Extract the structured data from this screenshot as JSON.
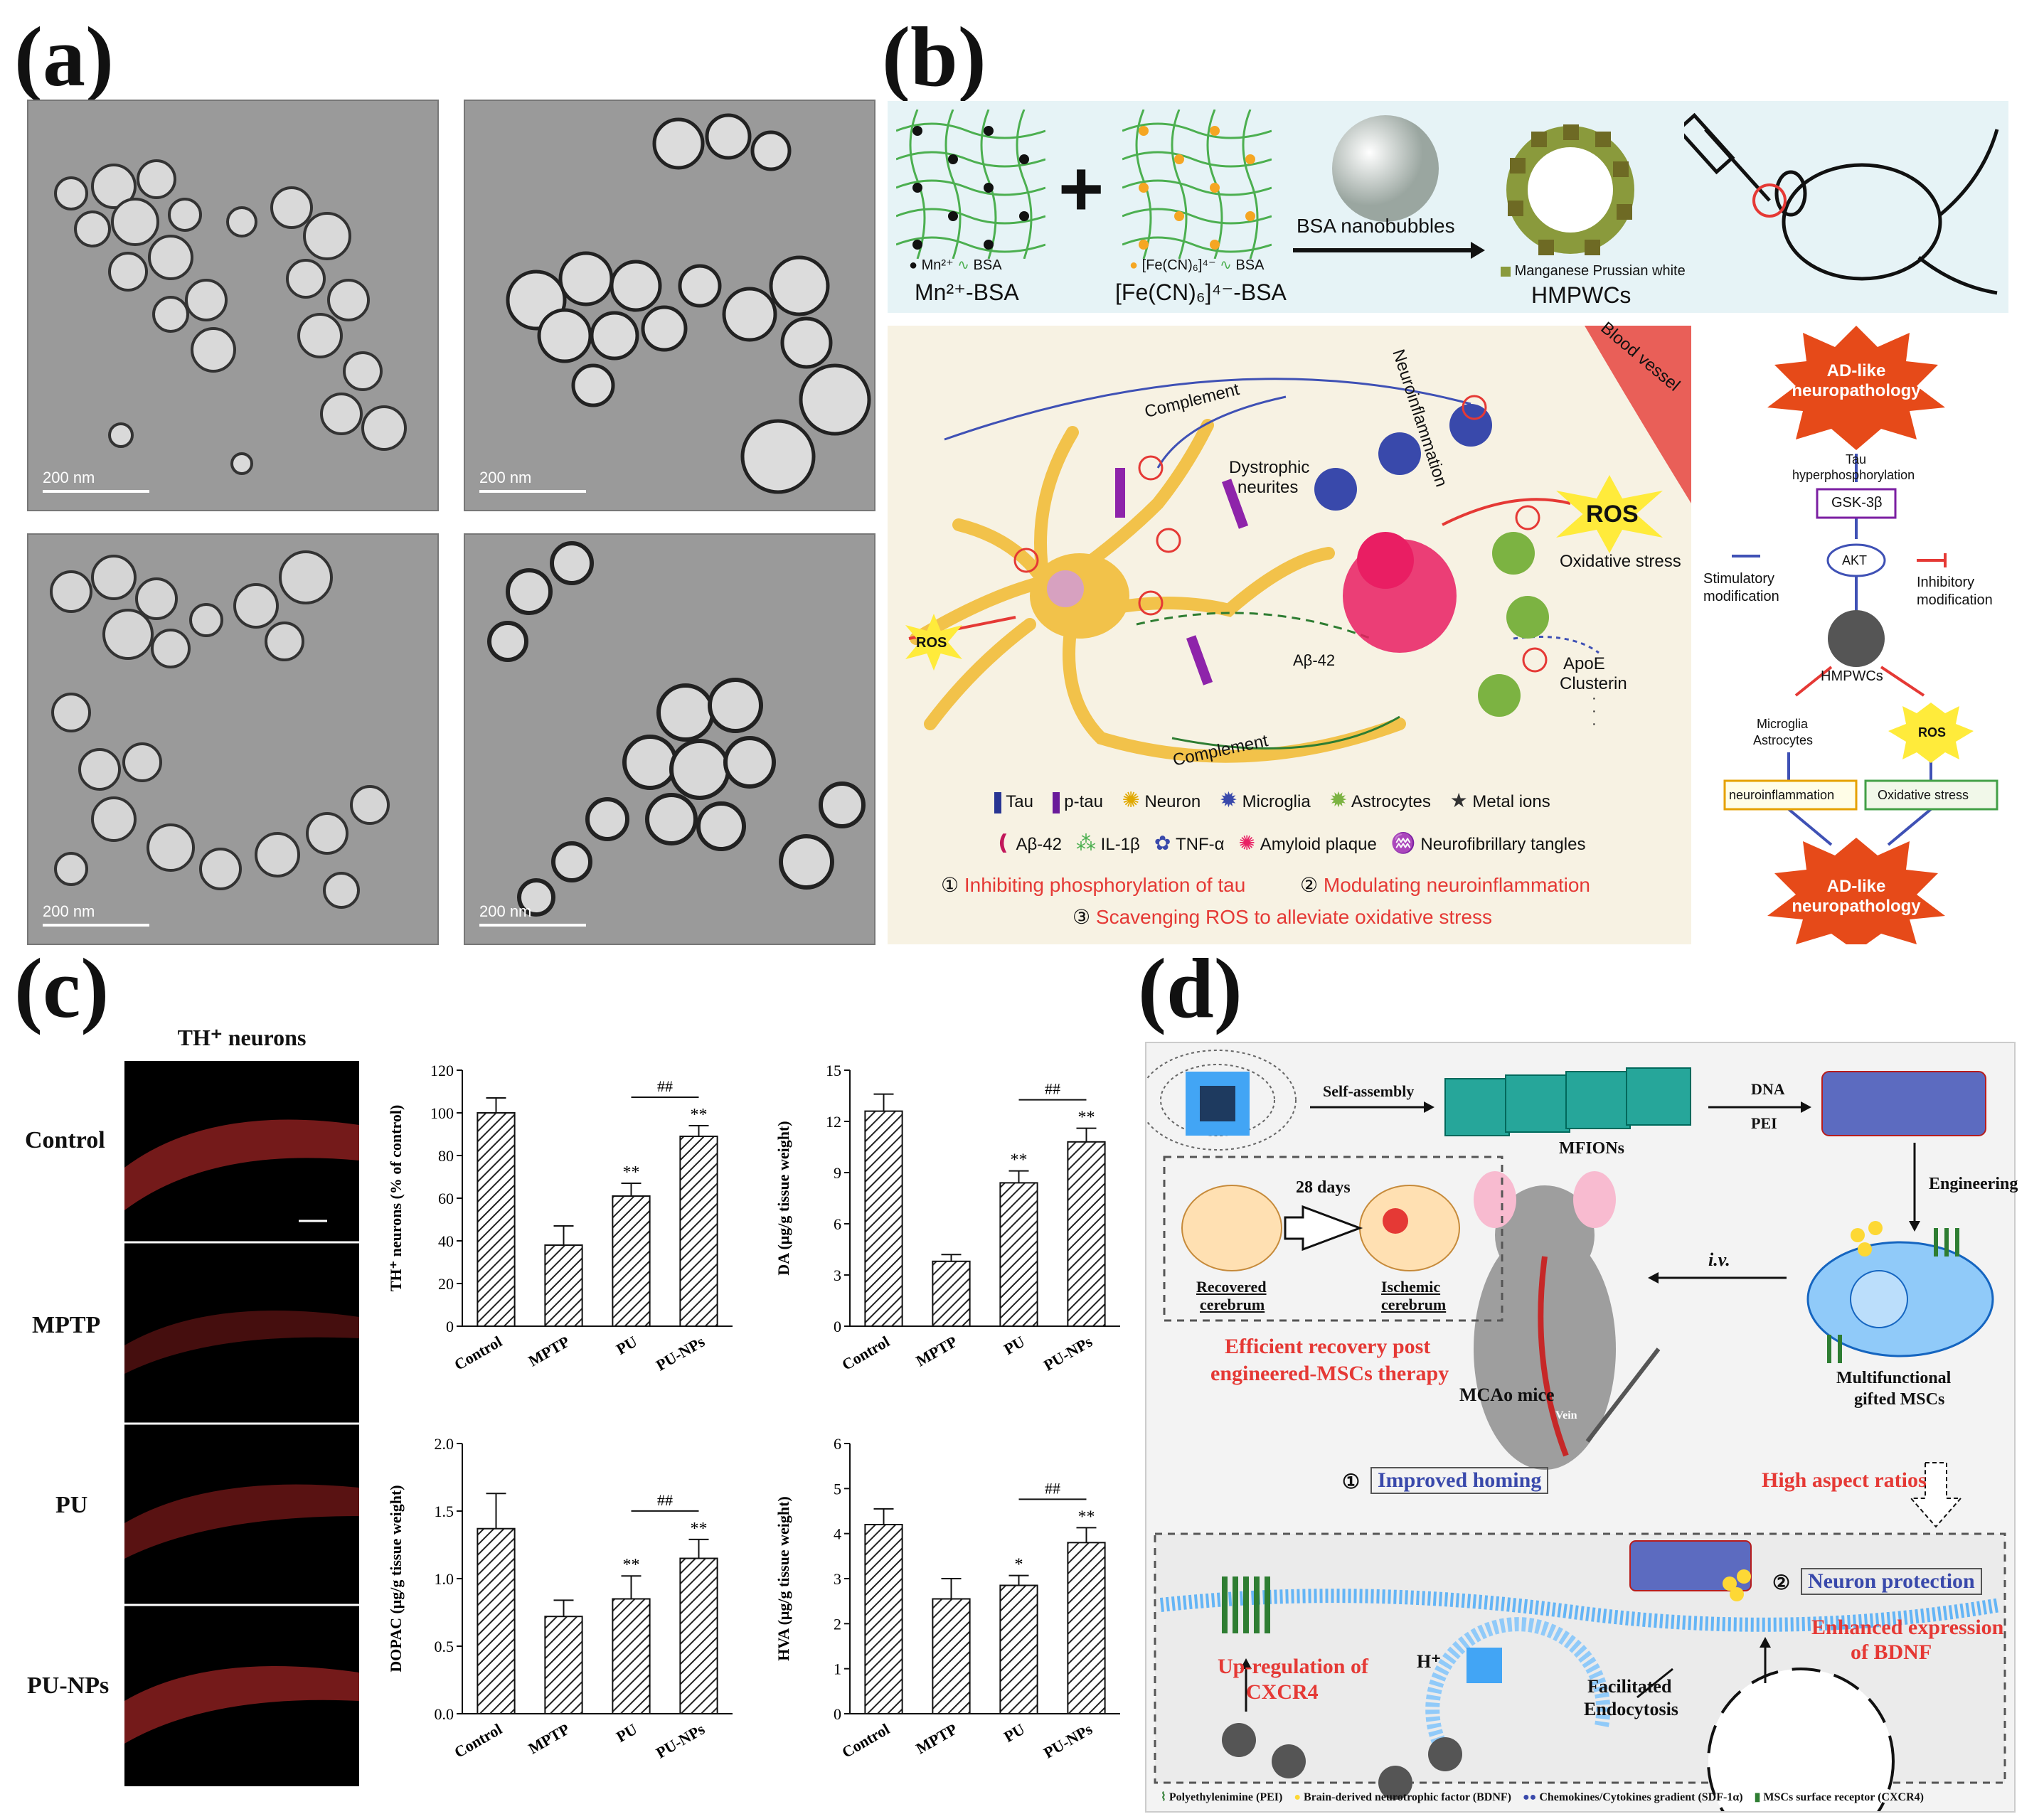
{
  "panels": {
    "a": "(a)",
    "b": "(b)",
    "c": "(c)",
    "d": "(d)"
  },
  "panel_a": {
    "scale_labels": [
      "200 nm",
      "200 nm",
      "200 nm",
      "200 nm"
    ]
  },
  "panel_b": {
    "top": {
      "mn_legend_ion": "Mn²⁺",
      "bsa": "BSA",
      "mn_label": "Mn²⁺-BSA",
      "fe_legend_ion": "[Fe(CN)₆]⁴⁻",
      "fe_label": "[Fe(CN)₆]⁴⁻-BSA",
      "plus": "+",
      "arrow": "BSA nanobubbles",
      "mpw": "Manganese Prussian white",
      "product": "HMPWCs"
    },
    "diagram": {
      "complement_top": "Complement",
      "complement_bottom": "Complement",
      "neuroinflammation": "Neuroinflammation",
      "blood_vessel": "Blood vessel",
      "dystrophic": "Dystrophic",
      "neurites": "neurites",
      "ros_left": "ROS",
      "ros_right": "ROS",
      "oxidative": "Oxidative stress",
      "abeta": "Aβ-42",
      "apoe": "ApoE",
      "clusterin": "Clusterin",
      "dots": "·\n·\n·"
    },
    "legend": {
      "row1": [
        "Tau",
        "p-tau",
        "Neuron",
        "Microglia",
        "Astrocytes",
        "Metal ions"
      ],
      "row2": [
        "Aβ-42",
        "IL-1β",
        "TNF-α",
        "Amyloid plaque",
        "Neurofibrillary tangles"
      ],
      "mech1": "Inhibiting phosphorylation of tau",
      "mech2": "Modulating neuroinflammation",
      "mech3": "Scavenging ROS to alleviate oxidative stress",
      "n1": "①",
      "n2": "②",
      "n3": "③"
    },
    "pathway": {
      "ad_top_1": "AD-like",
      "ad_top_2": "neuropathology",
      "tau_1": "Tau",
      "tau_2": "hyperphosphorylation",
      "gsk": "GSK-3β",
      "akt": "AKT",
      "stim_1": "Stimulatory",
      "stim_2": "modification",
      "inh_1": "Inhibitory",
      "inh_2": "modification",
      "hmpwcs": "HMPWCs",
      "microglia": "Microglia",
      "astro": "Astrocytes",
      "ros": "ROS",
      "neuroinfl": "neuroinflammation",
      "ox": "Oxidative stress",
      "ad_bot_1": "AD-like",
      "ad_bot_2": "neuropathology"
    }
  },
  "panel_c": {
    "image_title": "TH⁺ neurons",
    "rows": [
      "Control",
      "MPTP",
      "PU",
      "PU-NPs"
    ]
  },
  "chart_data": [
    {
      "type": "bar",
      "categories": [
        "Control",
        "MPTP",
        "PU",
        "PU-NPs"
      ],
      "values": [
        100,
        38,
        61,
        89
      ],
      "errors": [
        7,
        9,
        6,
        5
      ],
      "ylabel": "TH⁺ neurons (% of control)",
      "ylim": [
        0,
        120
      ],
      "yticks": [
        0,
        20,
        40,
        60,
        80,
        100,
        120
      ],
      "marks": [
        "",
        "",
        "**",
        "**"
      ],
      "bracket": "##"
    },
    {
      "type": "bar",
      "categories": [
        "Control",
        "MPTP",
        "PU",
        "PU-NPs"
      ],
      "values": [
        12.6,
        3.8,
        8.4,
        10.8
      ],
      "errors": [
        1.0,
        0.4,
        0.7,
        0.8
      ],
      "ylabel": "DA (μg/g tissue weight)",
      "ylim": [
        0,
        15
      ],
      "yticks": [
        0,
        3,
        6,
        9,
        12,
        15
      ],
      "marks": [
        "",
        "",
        "**",
        "**"
      ],
      "bracket": "##"
    },
    {
      "type": "bar",
      "categories": [
        "Control",
        "MPTP",
        "PU",
        "PU-NPs"
      ],
      "values": [
        1.37,
        0.72,
        0.85,
        1.15
      ],
      "errors": [
        0.26,
        0.12,
        0.17,
        0.14
      ],
      "ylabel": "DOPAC (μg/g tissue weight)",
      "ylim": [
        0,
        2.0
      ],
      "yticks": [
        "0.0",
        "0.5",
        "1.0",
        "1.5",
        "2.0"
      ],
      "marks": [
        "",
        "",
        "**",
        "**"
      ],
      "bracket": "##"
    },
    {
      "type": "bar",
      "categories": [
        "Control",
        "MPTP",
        "PU",
        "PU-NPs"
      ],
      "values": [
        4.2,
        2.55,
        2.85,
        3.8
      ],
      "errors": [
        0.35,
        0.45,
        0.22,
        0.33
      ],
      "ylabel": "HVA (μg/g tissue weight)",
      "ylim": [
        0,
        6
      ],
      "yticks": [
        0,
        1,
        2,
        3,
        4,
        5,
        6
      ],
      "marks": [
        "",
        "",
        "*",
        "**"
      ],
      "bracket": "##"
    }
  ],
  "panel_d": {
    "self_assembly": "Self-assembly",
    "mfions": "MFIONs",
    "dna": "DNA",
    "pei": "PEI",
    "engineering": "Engineering",
    "days": "28 days",
    "recovered_1": "Recovered",
    "recovered_2": "cerebrum",
    "ischemic_1": "Ischemic",
    "ischemic_2": "cerebrum",
    "iv": "i.v.",
    "vein": "Vein",
    "eff_1": "Efficient recovery post",
    "eff_2": "engineered-MSCs therapy",
    "mcao": "MCAo mice",
    "msc_1": "Multifunctional",
    "msc_2": "gifted MSCs",
    "homing_num": "①",
    "homing": "Improved homing",
    "aspect": "High aspect ratios",
    "upreg_1": "Up-regulation of",
    "upreg_2": "CXCR4",
    "neuron_num": "②",
    "neuron": "Neuron protection",
    "endo_1": "Facilitated",
    "endo_2": "Endocytosis",
    "bdnf_1": "Enhanced expression",
    "bdnf_2": "of BDNF",
    "hplus": "H⁺",
    "legend": [
      "Polyethylenimine (PEI)",
      "Brain-derived neurotrophic factor (BDNF)",
      "Chemokines/Cytokines gradient (SDF-1α)",
      "MSCs surface receptor (CXCR4)"
    ]
  }
}
